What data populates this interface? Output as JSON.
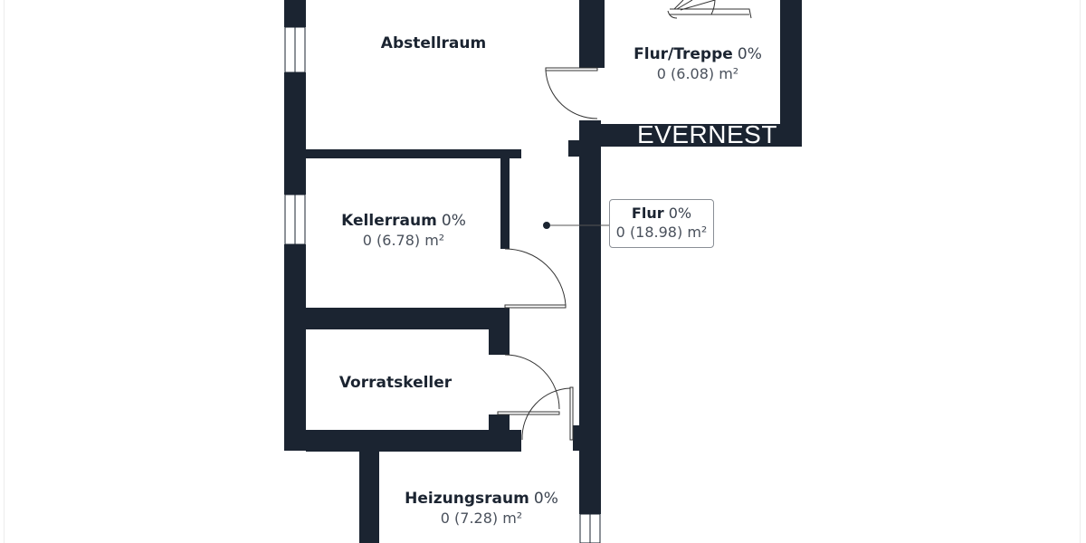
{
  "plan": {
    "brand": "EVERNEST",
    "wall_color": "#1b2431",
    "rooms": [
      {
        "id": "abstellraum",
        "name": "Abstellraum",
        "pct": "",
        "area": ""
      },
      {
        "id": "flur-treppe",
        "name": "Flur/Treppe",
        "pct": "0%",
        "area": "0 (6.08) m²"
      },
      {
        "id": "kellerraum",
        "name": "Kellerraum",
        "pct": "0%",
        "area": "0 (6.78) m²"
      },
      {
        "id": "flur",
        "name": "Flur",
        "pct": "0%",
        "area": "0 (18.98) m²"
      },
      {
        "id": "vorratskeller",
        "name": "Vorratskeller",
        "pct": "",
        "area": ""
      },
      {
        "id": "heizungsraum",
        "name": "Heizungsraum",
        "pct": "0%",
        "area": "0 (7.28) m²"
      }
    ]
  }
}
